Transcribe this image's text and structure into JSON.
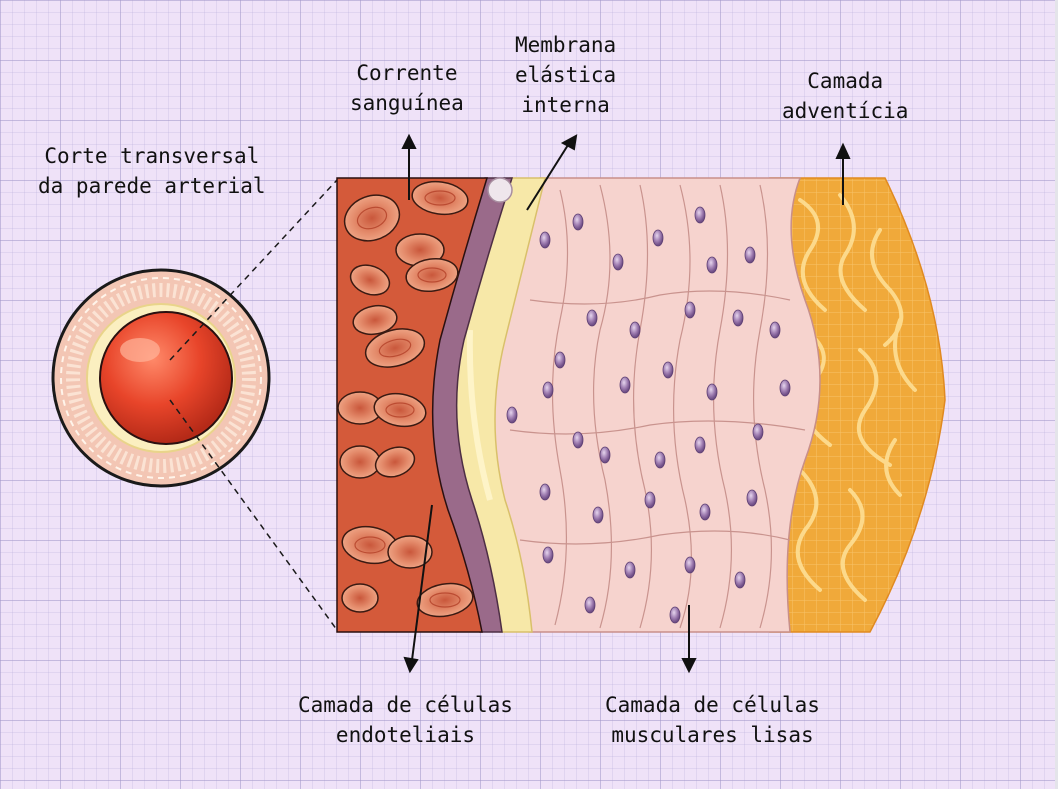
{
  "labels": {
    "cross_section": [
      "Corte transversal",
      "da parede arterial"
    ],
    "bloodstream": [
      "Corrente",
      "sanguínea"
    ],
    "elastic_membrane": [
      "Membrana",
      "elástica",
      "interna"
    ],
    "adventitia": [
      "Camada",
      "adventícia"
    ],
    "endothelial": [
      "Camada de células",
      "endoteliais"
    ],
    "smooth_muscle": [
      "Camada de células",
      "musculares lisas"
    ]
  },
  "colors": {
    "background": "#efe2f8",
    "blood": "#d45a3a",
    "red_cell": "#e58a6a",
    "endothelium": "#9a6a8a",
    "elastic": "#f6e7a8",
    "muscle": "#f6d3ce",
    "nucleus": "#9e7cb0",
    "adventitia": "#f0a93a",
    "artery_core": "#e8452a"
  }
}
